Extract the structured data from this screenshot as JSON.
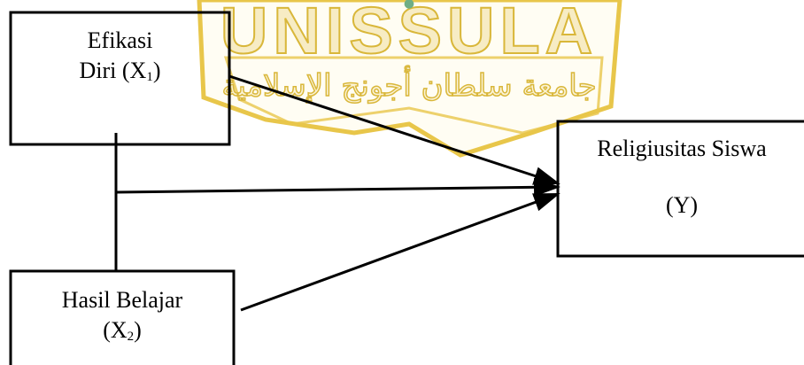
{
  "watermark": {
    "latin": "UNISSULA",
    "arabic": "جامعة سلطان أجونج الإسلامية",
    "colors": {
      "gold": "#E8C64A",
      "green": "#6FAE86",
      "outline": "#D9B73A"
    }
  },
  "nodes": {
    "efikasi": {
      "line1": "Efikasi",
      "line2_prefix": "Diri (X",
      "line2_sub": "1",
      "line2_suffix": ")"
    },
    "hasil": {
      "line1": "Hasil Belajar",
      "line2_prefix": "(X",
      "line2_sub": "2",
      "line2_suffix": ")"
    },
    "religiusitas": {
      "line1": "Religiusitas Siswa",
      "line2": "(Y)"
    }
  },
  "edges": [
    {
      "from": "efikasi",
      "to": "religiusitas"
    },
    {
      "from": "efikasi_hasil_joint",
      "to": "religiusitas"
    },
    {
      "from": "hasil",
      "to": "religiusitas"
    }
  ]
}
